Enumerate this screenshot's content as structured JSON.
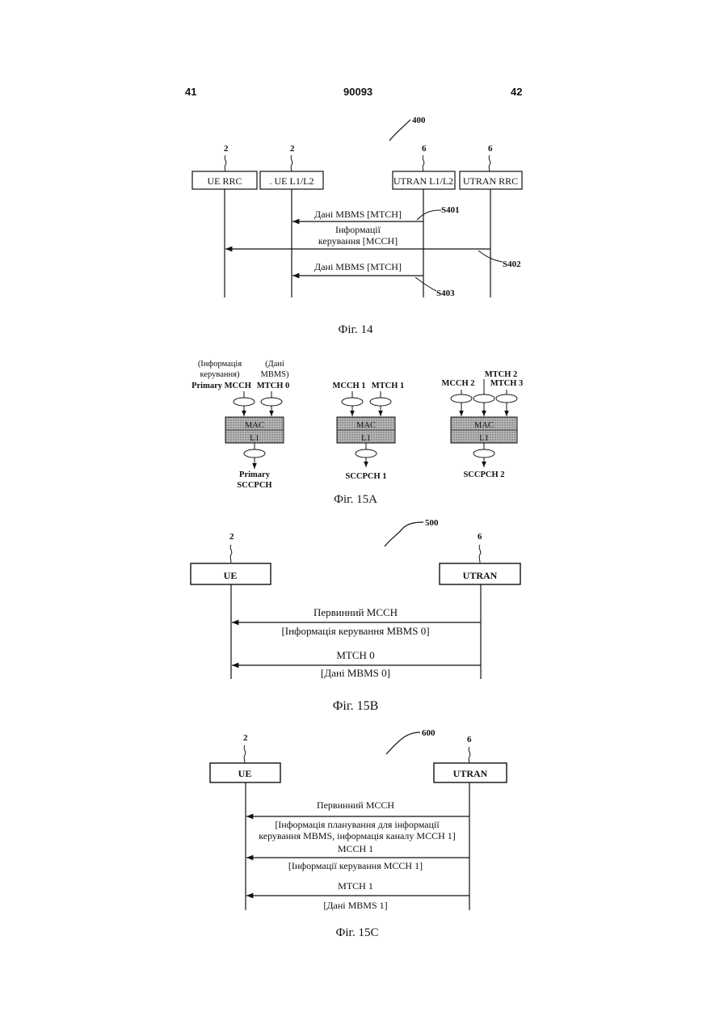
{
  "header": {
    "left": "41",
    "center": "90093",
    "right": "42"
  },
  "fig14": {
    "ref": "400",
    "entity_refs": [
      "2",
      "2",
      "6",
      "6"
    ],
    "entities": [
      "UE RRC",
      ". UE L1/L2",
      "UTRAN L1/L2",
      "UTRAN RRC"
    ],
    "msg1": "Дані MBMS [MTCH]",
    "msg2_line1": "Інформації",
    "msg2_line2": "керування [MCCH]",
    "msg3": "Дані MBMS [MTCH]",
    "steps": [
      "S401",
      "S402",
      "S403"
    ],
    "caption": "Фіг. 14"
  },
  "fig15a": {
    "g1": {
      "col1_l1": "(Інформація",
      "col1_l2": "керування)",
      "col1_l3": "Primary MCCH",
      "col2_l1": "(Дані",
      "col2_l2": "MBMS)",
      "col2_l3": "MTCH 0",
      "mac": "MAC",
      "l1": "L1",
      "out1": "Primary",
      "out2": "SCCPCH"
    },
    "g2": {
      "in1": "MCCH 1",
      "in2": "MTCH 1",
      "mac": "MAC",
      "l1": "L1",
      "out": "SCCPCH 1"
    },
    "g3": {
      "top": "MTCH 2",
      "in1": "MCCH 2",
      "in2": "MTCH 3",
      "mac": "MAC",
      "l1": "L1",
      "out": "SCCPCH 2"
    },
    "caption": "Фіг. 15A"
  },
  "fig15b": {
    "ref": "500",
    "refs": [
      "2",
      "6"
    ],
    "left": "UE",
    "right": "UTRAN",
    "msg1": "Первинний MCCH",
    "msg1b": "[Інформація керування MBMS 0]",
    "msg2": "MTCH 0",
    "msg2b": "[Дані MBMS 0]",
    "caption": "Фіг. 15B"
  },
  "fig15c": {
    "ref": "600",
    "refs": [
      "2",
      "6"
    ],
    "left": "UE",
    "right": "UTRAN",
    "msg1": "Первинний MCCH",
    "msg1b_l1": "[Інформація планування для інформації",
    "msg1b_l2": "керування MBMS, інформація каналу MCCH 1]",
    "msg2": "MCCH 1",
    "msg2b": "[Інформації керування MCCH 1]",
    "msg3": "MTCH 1",
    "msg3b": "[Дані MBMS 1]",
    "caption": "Фіг. 15C"
  }
}
